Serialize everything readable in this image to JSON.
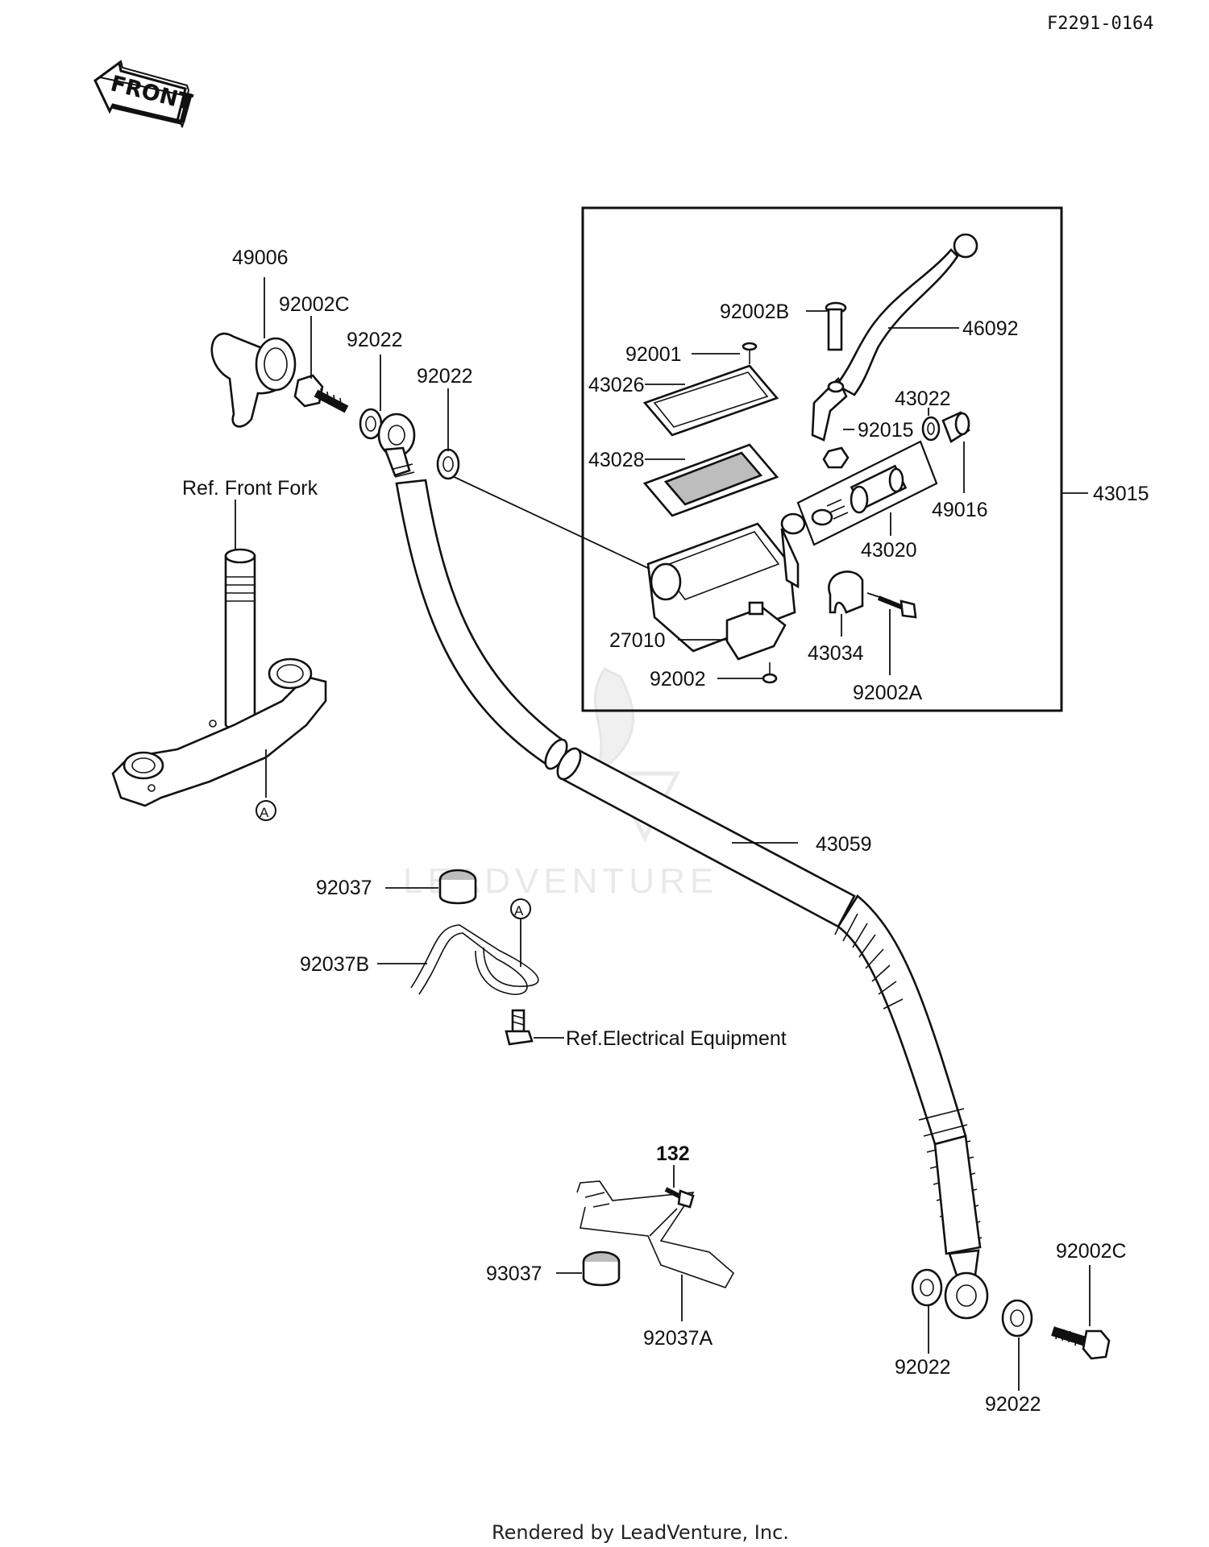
{
  "document_code": "F2291-0164",
  "front_label": "FRONT",
  "watermark": "LEADVENTURE",
  "footer": "Rendered by LeadVenture, Inc.",
  "box_assembly_label": "43015",
  "labels": {
    "p49006": "49006",
    "p92002c_top": "92002C",
    "p92022_a": "92022",
    "p92022_b": "92022",
    "ref_front_fork": "Ref. Front Fork",
    "marker_a1": "A",
    "p92002b": "92002B",
    "p46092": "46092",
    "p92001": "92001",
    "p43026": "43026",
    "p43022": "43022",
    "p92015": "92015",
    "p43028": "43028",
    "p49016": "49016",
    "p43020": "43020",
    "p27010": "27010",
    "p43034": "43034",
    "p92002": "92002",
    "p92002a": "92002A",
    "p43059": "43059",
    "p92037": "92037",
    "marker_a2": "A",
    "p92037b": "92037B",
    "ref_electrical": "Ref.Electrical Equipment",
    "p132": "132",
    "p92002c_bottom": "92002C",
    "p93037": "93037",
    "p92037a": "92037A",
    "p92022_c": "92022",
    "p92022_d": "92022"
  }
}
